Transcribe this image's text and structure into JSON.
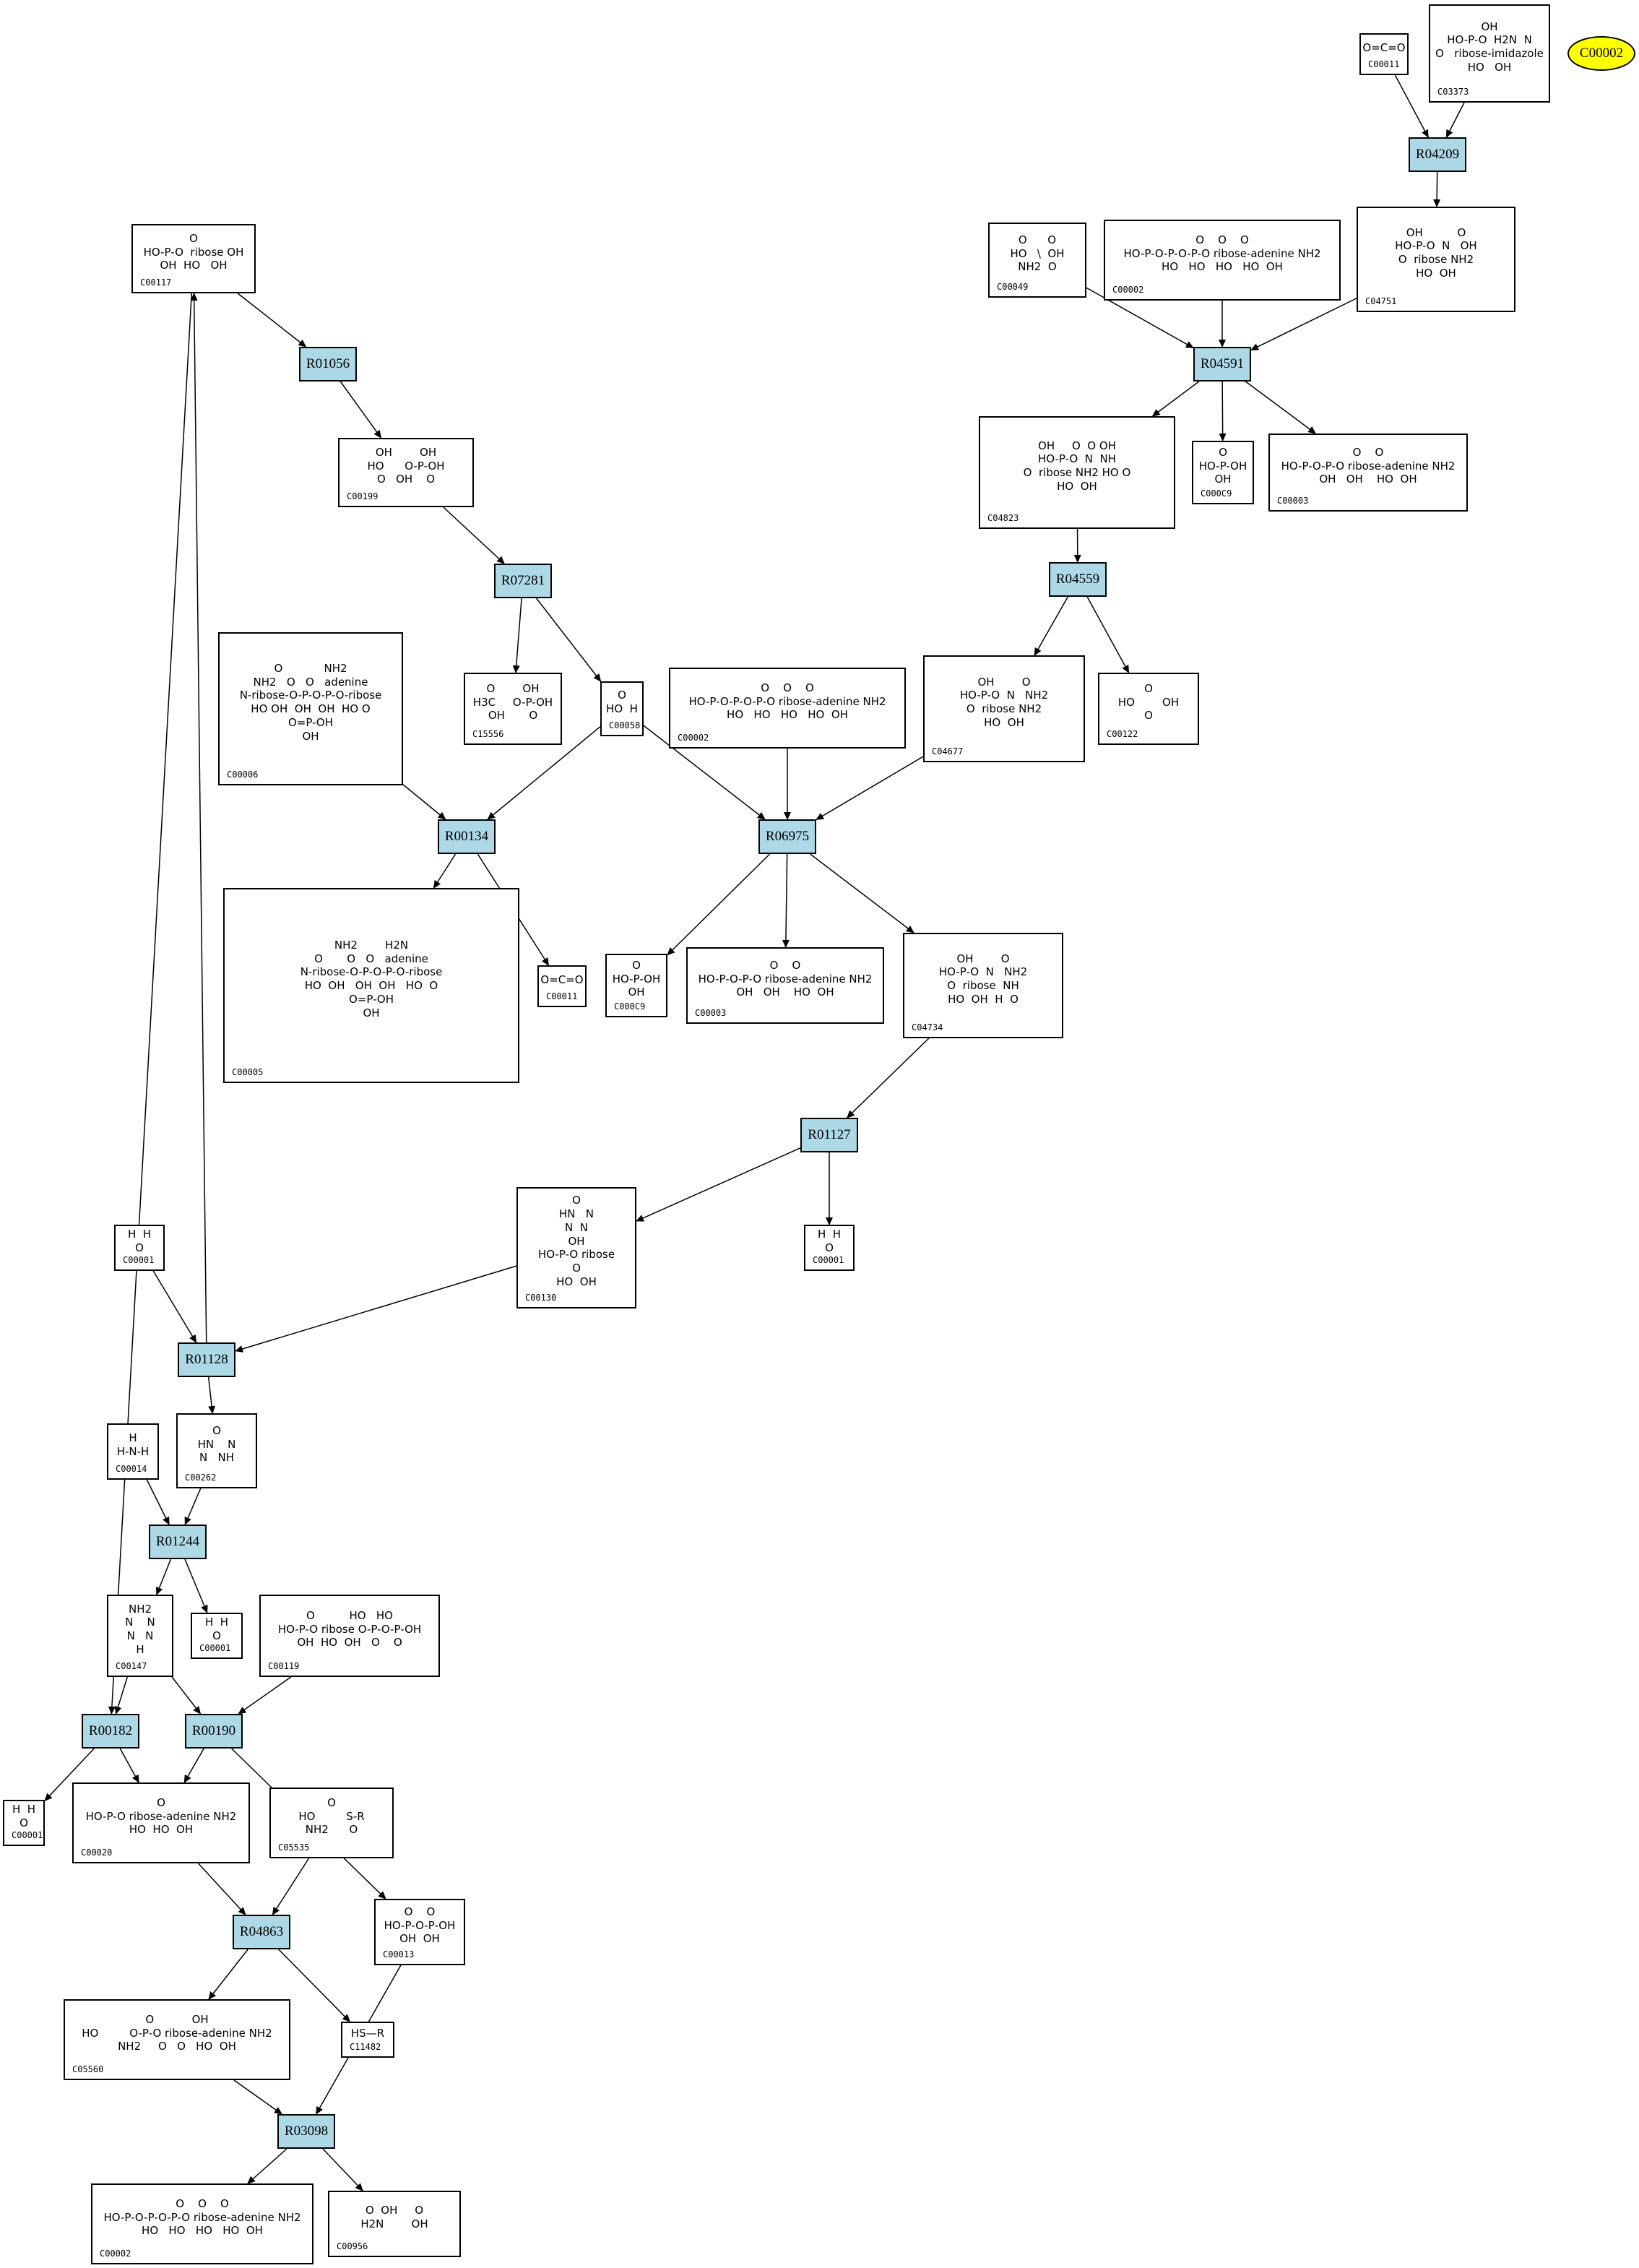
{
  "colors": {
    "reaction_fill": "#add8e6",
    "highlight_fill": "#ffff00",
    "edge": "#000000",
    "compound_fill": "#ffffff"
  },
  "highlight": {
    "label": "C00002"
  },
  "reactions": [
    {
      "id": "R04209"
    },
    {
      "id": "R04591"
    },
    {
      "id": "R04559"
    },
    {
      "id": "R06975"
    },
    {
      "id": "R01127"
    },
    {
      "id": "R01128"
    },
    {
      "id": "R01244"
    },
    {
      "id": "R00182"
    },
    {
      "id": "R00190"
    },
    {
      "id": "R04863"
    },
    {
      "id": "R03098"
    },
    {
      "id": "R01056"
    },
    {
      "id": "R07281"
    },
    {
      "id": "R00134"
    }
  ],
  "compounds": [
    {
      "id": "C00011",
      "structure": "O=C=O"
    },
    {
      "id": "C03373",
      "structure": "OH\nHO-P-O  H2N  N\nO   ribose-imidazole\nHO   OH"
    },
    {
      "id": "C00049",
      "structure": "O      O\nHO   \\  OH\nNH2  O"
    },
    {
      "id": "C00002",
      "structure": "O    O    O\nHO-P-O-P-O-P-O ribose-adenine NH2\nHO   HO   HO   HO  OH"
    },
    {
      "id": "C04751",
      "structure": "OH          O\nHO-P-O  N   OH\nO  ribose NH2\nHO  OH"
    },
    {
      "id": "C04823",
      "structure": "OH     O  O OH\nHO-P-O  N  NH\nO  ribose NH2 HO O\nHO  OH"
    },
    {
      "id": "C00009",
      "structure": "O\nHO-P-OH\nOH"
    },
    {
      "id": "C00003",
      "structure": "O    O\nHO-P-O-P-O ribose-adenine NH2\nOH   OH    HO  OH"
    },
    {
      "id": "C04677",
      "structure": "OH        O\nHO-P-O  N   NH2\nO  ribose NH2\nHO  OH"
    },
    {
      "id": "C00122",
      "structure": "O\nHO        OH\nO"
    },
    {
      "id": "C00117",
      "structure": "O\nHO-P-O  ribose OH\nOH  HO   OH"
    },
    {
      "id": "C00199",
      "structure": "OH        OH\nHO      O-P-OH\nO   OH    O"
    },
    {
      "id": "C15556",
      "structure": "O        OH\nH3C     O-P-OH\nOH       O"
    },
    {
      "id": "C00058",
      "structure": "O\nHO  H"
    },
    {
      "id": "C00006",
      "structure": "O            NH2\nNH2   O   O   adenine\nN-ribose-O-P-O-P-O-ribose\nHO OH  OH  OH  HO O\nO=P-OH\nOH"
    },
    {
      "id": "C00005",
      "structure": "NH2        H2N\nO       O   O   adenine\nN-ribose-O-P-O-P-O-ribose\nHO  OH   OH  OH   HO  O\nO=P-OH\nOH"
    },
    {
      "id": "C00011b",
      "label": "C00011",
      "structure": "O=C=O"
    },
    {
      "id": "C04734",
      "structure": "OH        O\nHO-P-O  N   NH2\nO  ribose  NH\nHO  OH  H  O"
    },
    {
      "id": "C00001",
      "structure": "H  H\nO"
    },
    {
      "id": "C00130",
      "structure": "O\nHN   N\nN  N\nOH\nHO-P-O ribose\nO\nHO  OH"
    },
    {
      "id": "C00014",
      "structure": "H\nH-N-H"
    },
    {
      "id": "C00262",
      "structure": "O\nHN    N\nN   NH"
    },
    {
      "id": "C00147",
      "structure": "NH2\nN    N\nN   N\nH"
    },
    {
      "id": "C00119",
      "structure": "O          HO   HO\nHO-P-O ribose O-P-O-P-OH\nOH  HO  OH   O    O"
    },
    {
      "id": "C00020",
      "structure": "O\nHO-P-O ribose-adenine NH2\nHO  HO  OH"
    },
    {
      "id": "C05535",
      "structure": "O\nHO         S-R\nNH2      O"
    },
    {
      "id": "C00013",
      "structure": "O    O\nHO-P-O-P-OH\nOH  OH"
    },
    {
      "id": "C05560",
      "structure": "O           OH\nHO         O-P-O ribose-adenine NH2\nNH2     O   O   HO  OH"
    },
    {
      "id": "C11482",
      "structure": "HS—R"
    },
    {
      "id": "C00956",
      "structure": "O  OH     O\nH2N        OH"
    }
  ],
  "compound_labels": {
    "C00011": "C00011",
    "C03373": "C03373",
    "C00049": "C00049",
    "C00002": "C00002",
    "C04751": "C04751",
    "C04823": "C04823",
    "C00009": "C000C9",
    "C00003": "C00003",
    "C04677": "C04677",
    "C00122": "C00122",
    "C00117": "C00117",
    "C00199": "C00199",
    "C15556": "C15556",
    "C00058": "C00058",
    "C00006": "C00006",
    "C00005": "C00005",
    "C04734": "C04734",
    "C00001": "C00001",
    "C00130": "C00130",
    "C00014": "C00014",
    "C00262": "C00262",
    "C00147": "C00147",
    "C00119": "C00119",
    "C00020": "C00020",
    "C05535": "C05535",
    "C00013": "C00013",
    "C05560": "C05560",
    "C11482": "C11482",
    "C00956": "C00956"
  }
}
